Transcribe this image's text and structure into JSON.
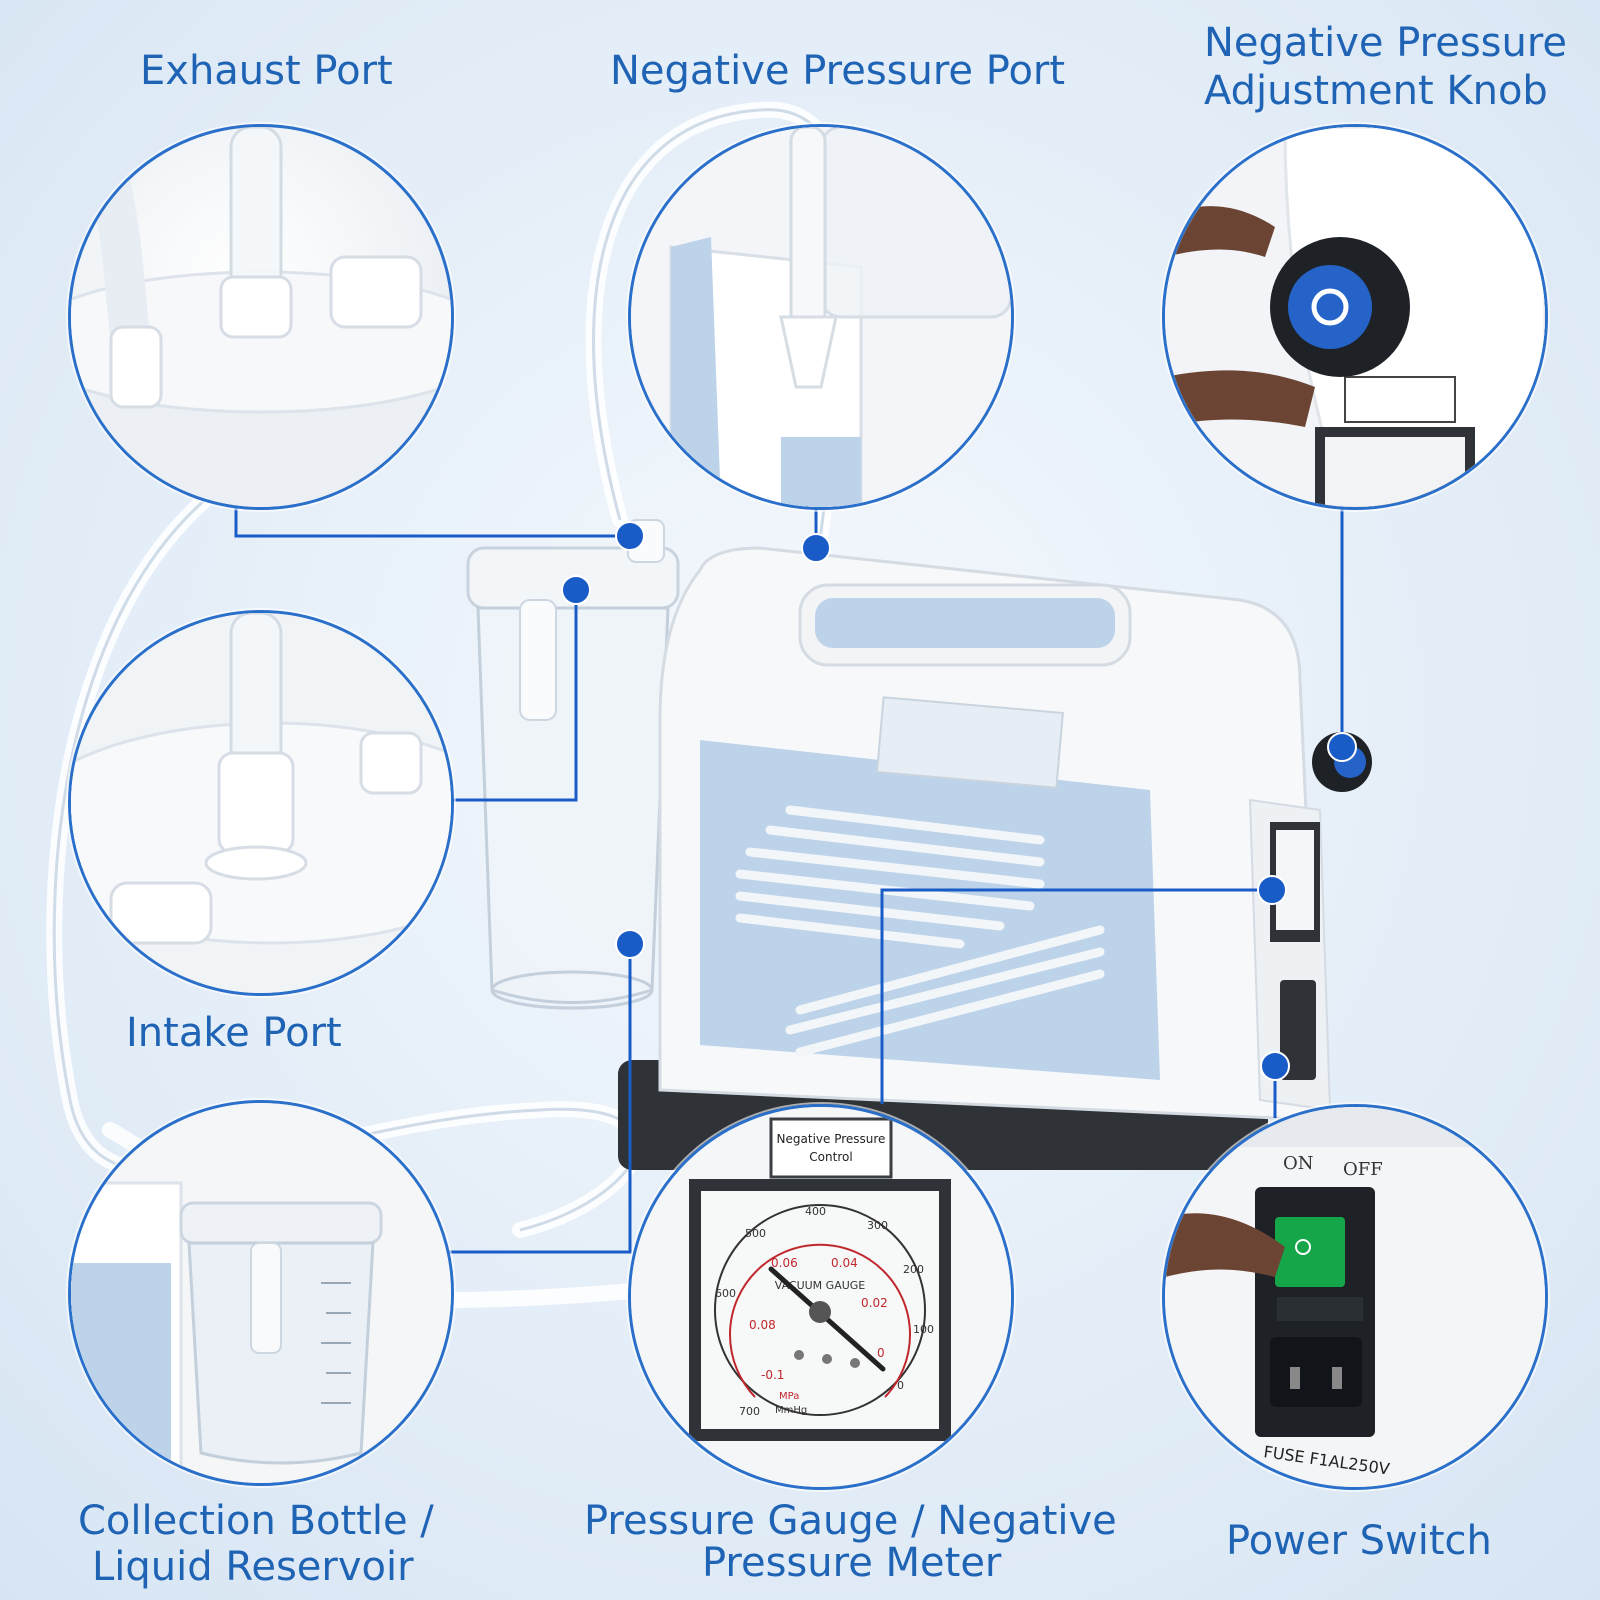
{
  "labels": {
    "exhaust_port": "Exhaust Port",
    "negative_pressure_port": "Negative Pressure Port",
    "adjustment_knob_line1": "Negative Pressure",
    "adjustment_knob_line2": "Adjustment Knob",
    "intake_port": "Intake Port",
    "collection_bottle_line1": "Collection Bottle /",
    "collection_bottle_line2": "Liquid Reservoir",
    "pressure_gauge_line1": "Pressure Gauge / Negative",
    "pressure_gauge_line2": "Pressure Meter",
    "power_switch": "Power Switch"
  },
  "device_text": {
    "control_plate_line1": "Negative Pressure",
    "control_plate_line2": "Control",
    "gauge_title": "VACUUM GAUGE",
    "gauge_outer_ticks": [
      "700",
      "600",
      "500",
      "400",
      "300",
      "200",
      "100",
      "0"
    ],
    "gauge_inner_ticks": [
      "-0.1",
      "0.08",
      "0.06",
      "0.04",
      "0.02",
      "0"
    ],
    "gauge_unit_mpa": "MPa",
    "gauge_unit_mmhg": "MmHg",
    "switch_on": "ON",
    "switch_off": "OFF",
    "fuse_label": "FUSE F1AL250V"
  },
  "colors": {
    "accent_blue": "#1f63b5",
    "device_light_blue": "#bcd3ea",
    "device_white": "#f7f8f9",
    "base_dark": "#2f3338",
    "switch_green": "#15a64a"
  }
}
